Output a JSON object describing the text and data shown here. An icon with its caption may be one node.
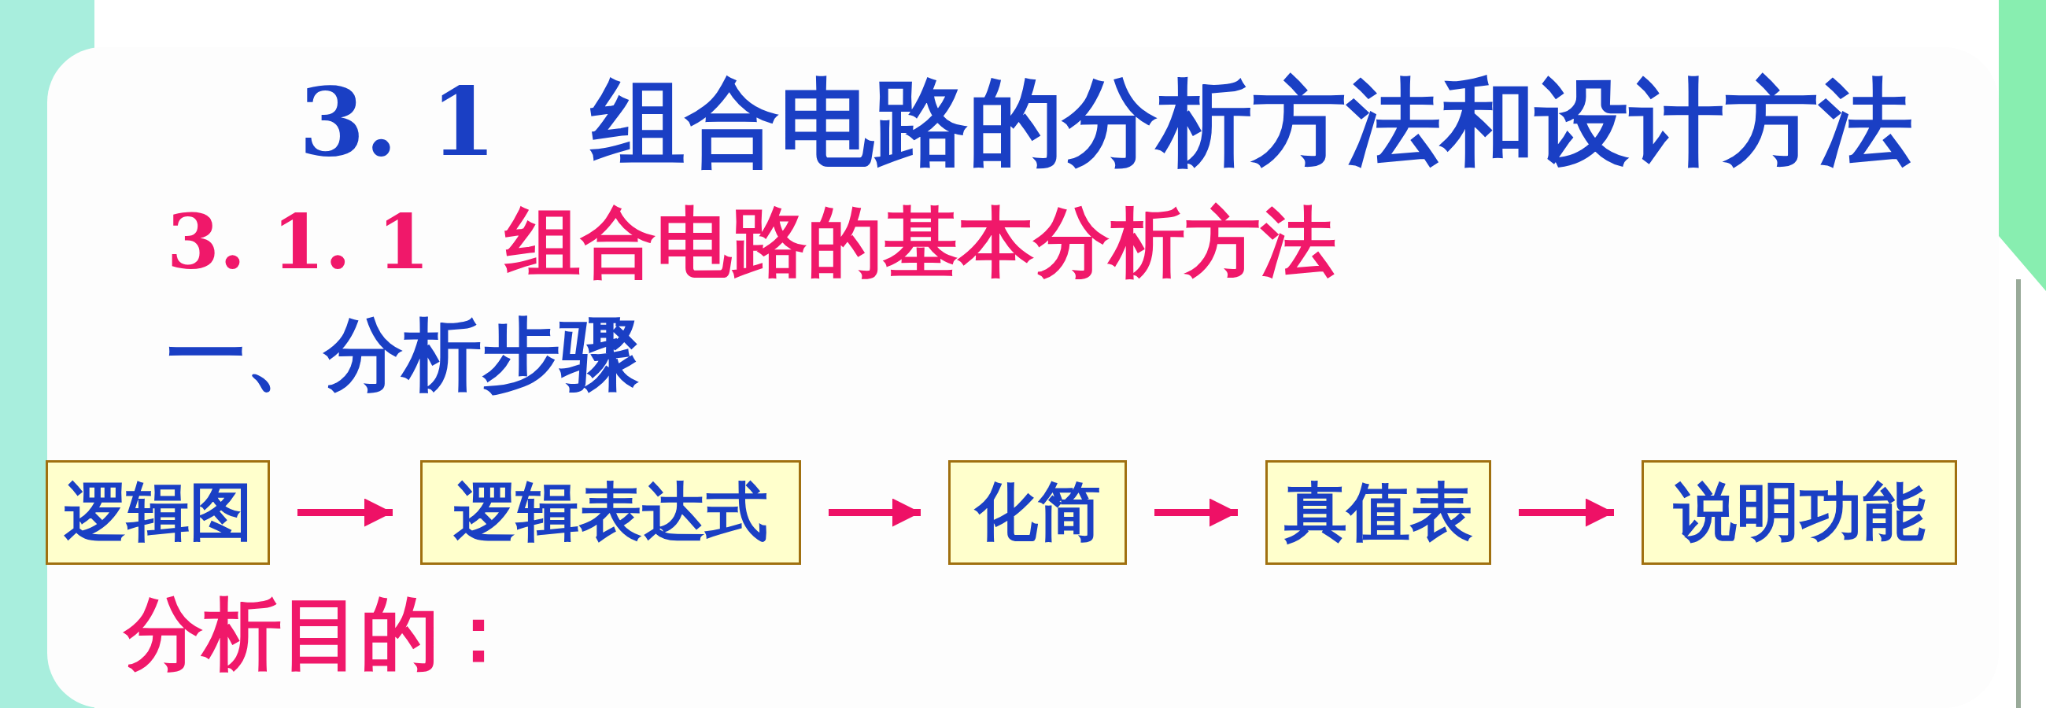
{
  "diagram": {
    "title": "3. 1　组合电路的分析方法和设计方法",
    "nodes": [
      {
        "text": [
          "逻辑图"
        ]
      },
      {
        "text": [
          "逻辑表达式"
        ]
      },
      {
        "text": [
          "化简"
        ]
      },
      {
        "text": [
          "真值表"
        ]
      },
      {
        "text": [
          "说明功能"
        ]
      }
    ],
    "edges": [
      {
        "from": 0,
        "to": 1,
        "arrow": "to"
      },
      {
        "from": 1,
        "to": 2,
        "arrow": "to"
      },
      {
        "from": 2,
        "to": 3,
        "arrow": "to"
      },
      {
        "from": 3,
        "to": 4,
        "arrow": "to"
      }
    ],
    "labels": [
      "3. 1. 1　组合电路的基本分析方法",
      "一、分析步骤",
      "分析目的："
    ]
  }
}
